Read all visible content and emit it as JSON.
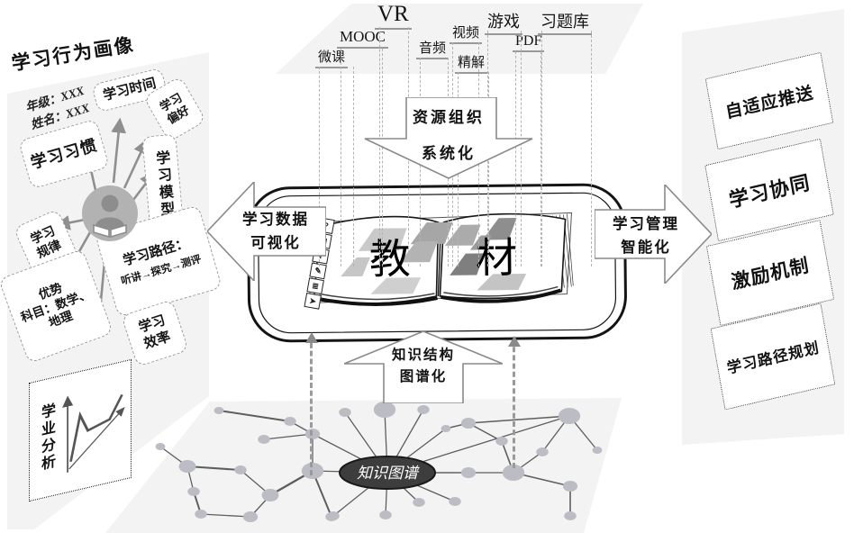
{
  "top_resources": {
    "items": [
      {
        "label": "微课"
      },
      {
        "label": "MOOC"
      },
      {
        "label": "VR"
      },
      {
        "label": "音频"
      },
      {
        "label": "视频"
      },
      {
        "label": "精解"
      },
      {
        "label": "游戏"
      },
      {
        "label": "PDF"
      },
      {
        "label": "习题库"
      }
    ]
  },
  "flow_arrows": {
    "resource_org": {
      "line1": "资源组织",
      "line2": "系统化"
    },
    "data_visual": {
      "line1": "学习数据",
      "line2": "可视化"
    },
    "management": {
      "line1": "学习管理",
      "line2": "智能化"
    },
    "knowledge_struct": {
      "line1": "知识结构",
      "line2": "图谱化"
    }
  },
  "left_panel": {
    "title": "学习行为画像",
    "student_info": {
      "grade": "年级：XXX",
      "name": "姓名：XXX"
    },
    "boxes": {
      "time": {
        "label": "学习时间"
      },
      "preference": {
        "line1": "学习",
        "line2": "偏好"
      },
      "habit": {
        "label": "学习习惯"
      },
      "model": {
        "label": "学习模型"
      },
      "rule": {
        "line1": "学习",
        "line2": "规律"
      },
      "subject": {
        "line1": "优势",
        "line2": "科目：数学、",
        "line3": "地理"
      },
      "path": {
        "line1": "学习路径：",
        "line2": "听讲→探究→测评"
      },
      "efficiency": {
        "line1": "学习",
        "line2": "效率"
      },
      "analysis": {
        "label": "学业分析"
      }
    }
  },
  "tablet": {
    "left_page": "教",
    "right_page": "材",
    "toolbar_icons": [
      {
        "name": "help-icon",
        "glyph": "?"
      },
      {
        "name": "frame-icon",
        "glyph": "▣"
      },
      {
        "name": "text-icon",
        "glyph": "T"
      },
      {
        "name": "pen-icon",
        "glyph": "✎"
      },
      {
        "name": "list-icon",
        "glyph": "≣"
      },
      {
        "name": "pointer-icon",
        "glyph": "➤"
      }
    ]
  },
  "right_panel": {
    "boxes": [
      {
        "label": "自适应推送"
      },
      {
        "label": "学习协同"
      },
      {
        "label": "激励机制"
      },
      {
        "label": "学习路径规划"
      }
    ]
  },
  "knowledge_graph": {
    "label": "知识图谱"
  },
  "colors": {
    "panel_bg": "#f3f3f3",
    "node_fill": "#bcbcc4",
    "hub_fill": "#3d3d3d",
    "arrow_gray": "#8f8f8f",
    "line_dark": "#5e5e5e",
    "ink": "#141414"
  }
}
